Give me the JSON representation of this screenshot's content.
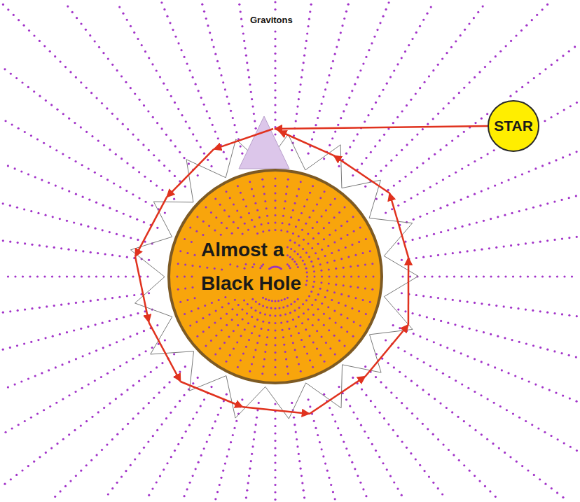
{
  "diagram": {
    "nodes": [
      {
        "text": [
          "STAR"
        ]
      },
      {
        "text": [
          "Almost a Black Hole"
        ]
      }
    ],
    "edges": [
      {
        "from": 0,
        "to": 1,
        "arrow": "to"
      }
    ],
    "labels": [
      "Gravitons"
    ]
  }
}
